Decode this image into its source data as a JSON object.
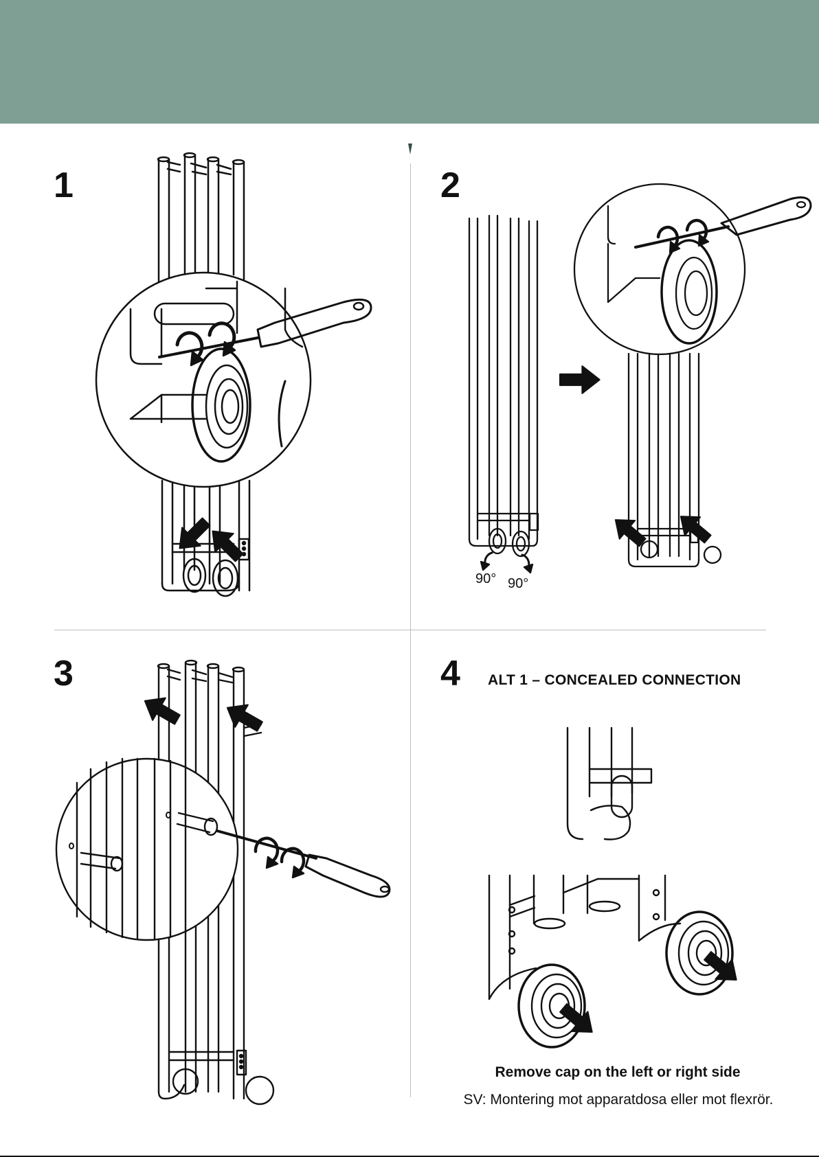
{
  "steps": [
    {
      "number": "1"
    },
    {
      "number": "2",
      "rotation_labels": [
        "90°",
        "90°"
      ]
    },
    {
      "number": "3"
    },
    {
      "number": "4",
      "heading": "ALT 1 – CONCEALED CONNECTION",
      "caption": "Remove cap on the left or right side",
      "caption_sv": "SV: Montering mot apparatdosa eller mot flexrör."
    }
  ],
  "colors": {
    "header_band": "#7f9e94",
    "line_art": "#111111",
    "divider": "#bdbdbd"
  }
}
